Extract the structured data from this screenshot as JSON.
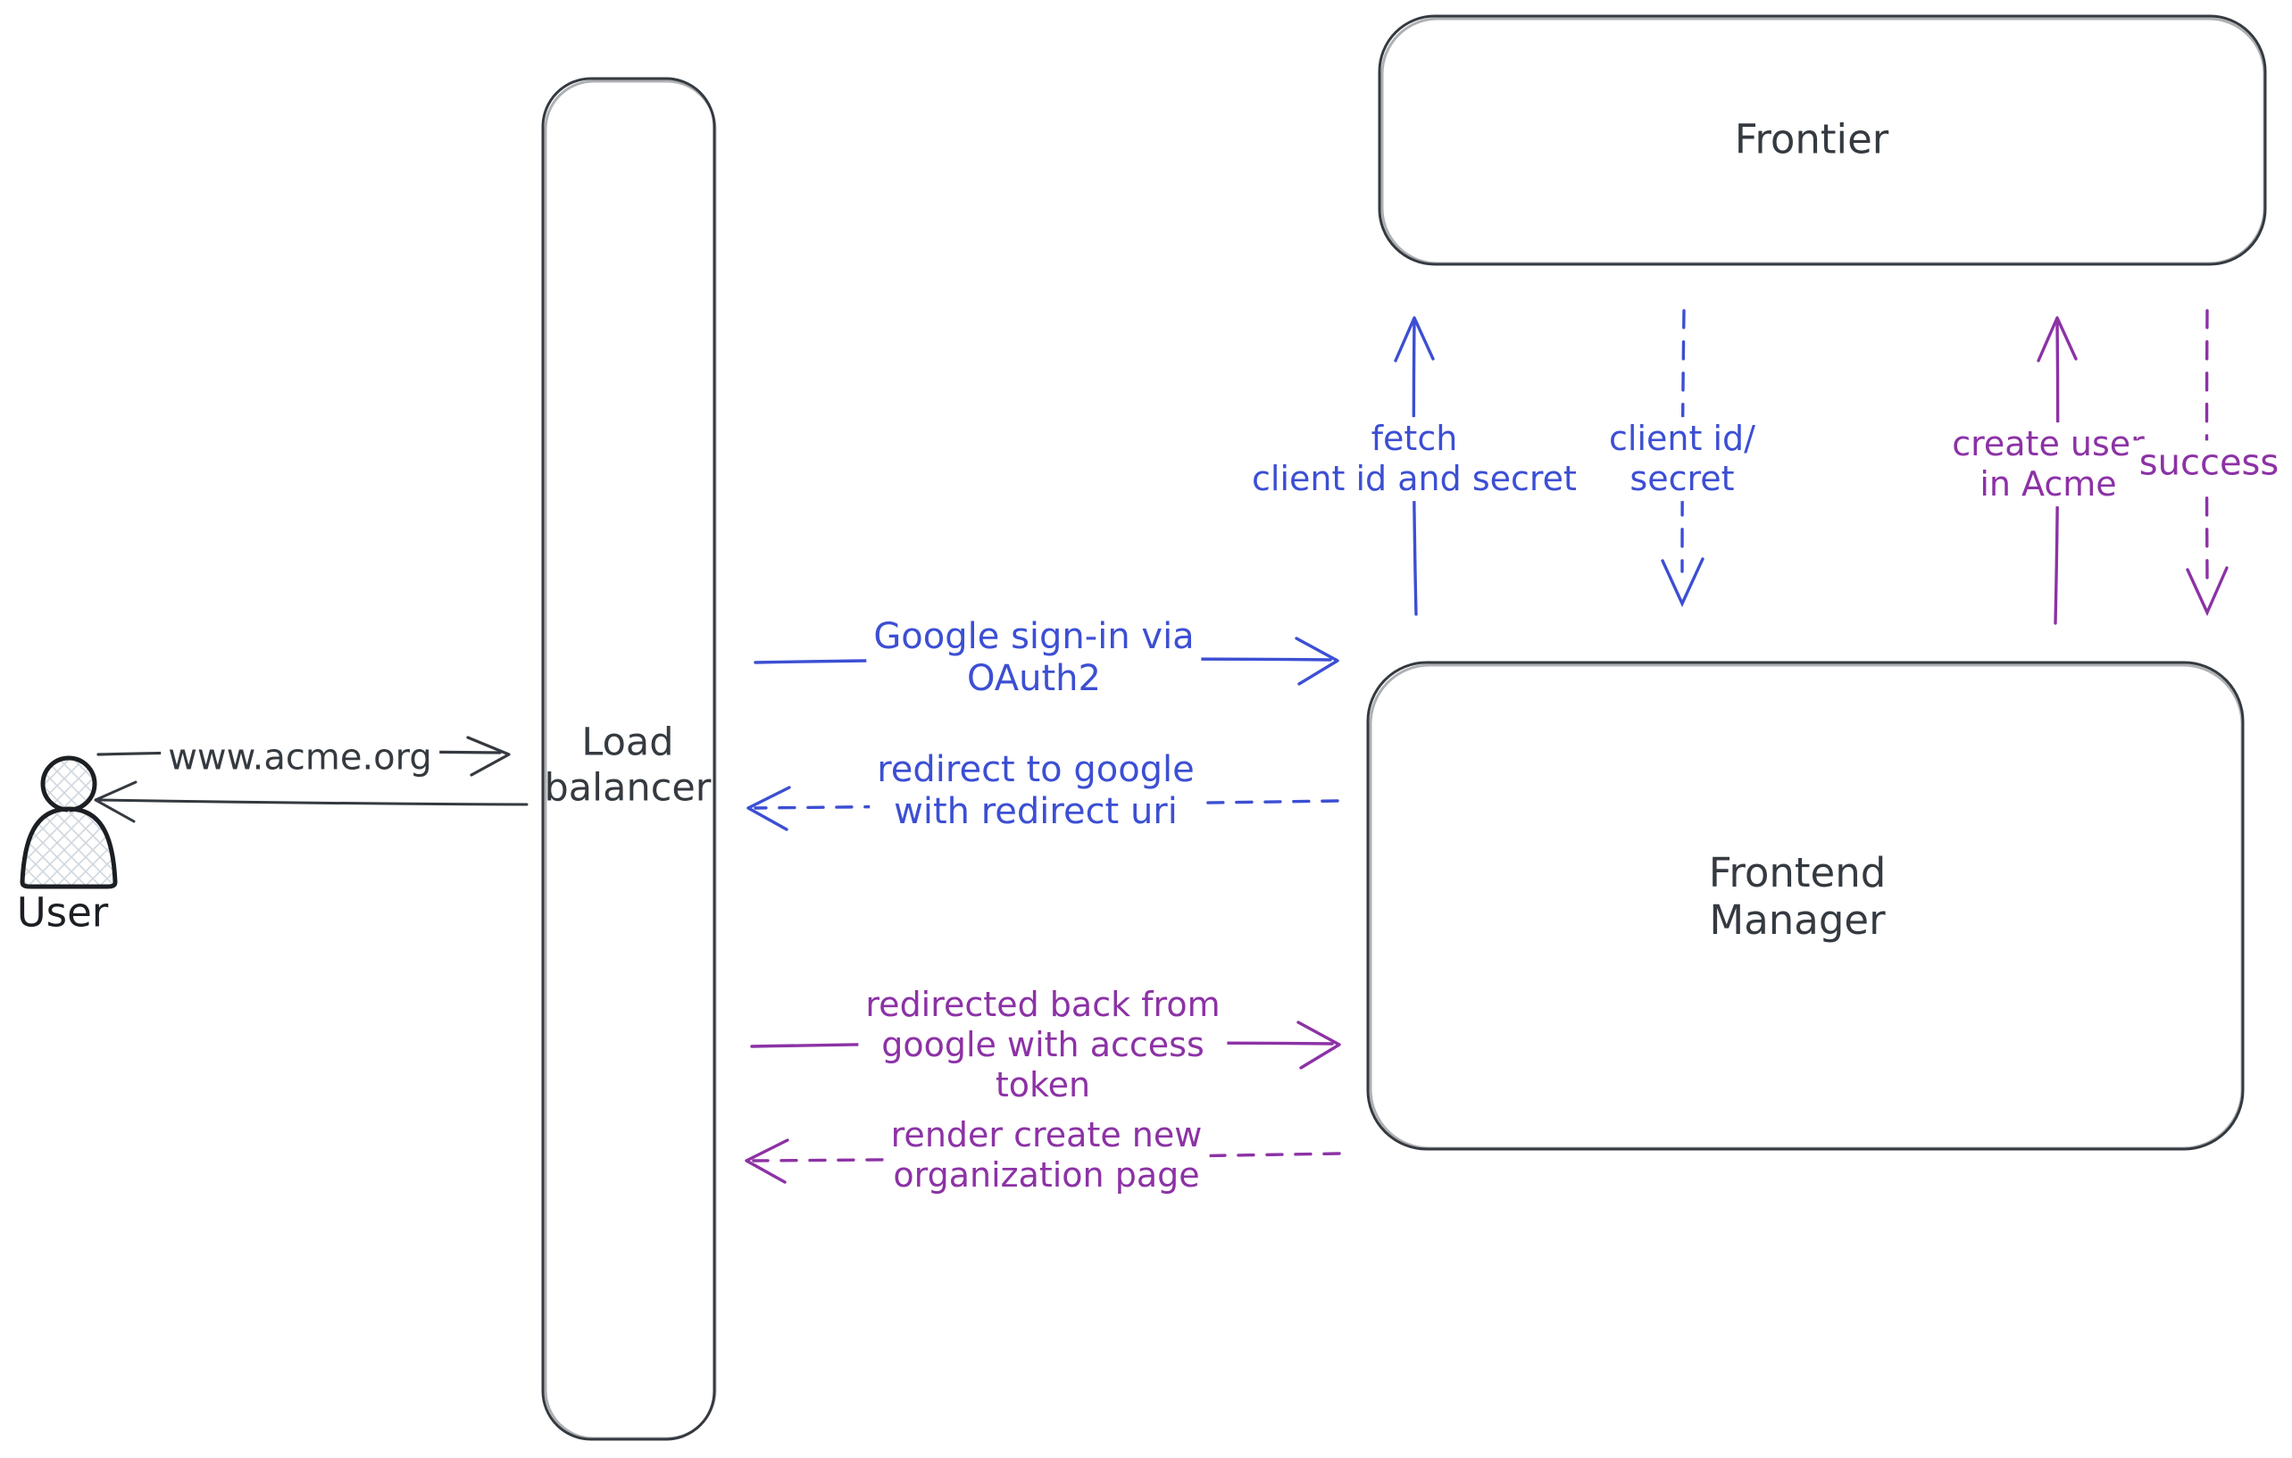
{
  "colors": {
    "ink": "#343a40",
    "black": "#1b1f23",
    "blue": "#3c4fd3",
    "purple": "#8c32a5",
    "hatch_fill": "#cfd7de"
  },
  "nodes": {
    "user": {
      "label": "User"
    },
    "load_balancer": {
      "label": "Load\nbalancer"
    },
    "frontier": {
      "label": "Frontier"
    },
    "frontend_manager": {
      "label": "Frontend\nManager"
    }
  },
  "edges": {
    "user_request": {
      "label": "www.acme.org",
      "style": "solid",
      "color": "ink",
      "direction": "right"
    },
    "lb_response": {
      "label": "",
      "style": "solid",
      "color": "ink",
      "direction": "left"
    },
    "google_signin": {
      "label": "Google sign-in via\nOAuth2",
      "style": "solid",
      "color": "blue",
      "direction": "right"
    },
    "redirect_to_google": {
      "label": "redirect to google\nwith redirect uri",
      "style": "dashed",
      "color": "blue",
      "direction": "left"
    },
    "fetch_client": {
      "label": "fetch\nclient id and secret",
      "style": "solid",
      "color": "blue",
      "direction": "up"
    },
    "client_id_secret": {
      "label": "client id/\nsecret",
      "style": "dashed",
      "color": "blue",
      "direction": "down"
    },
    "redirected_back": {
      "label": "redirected back from\ngoogle with access\ntoken",
      "style": "solid",
      "color": "purple",
      "direction": "right"
    },
    "render_org_page": {
      "label": "render create new\norganization page",
      "style": "dashed",
      "color": "purple",
      "direction": "left"
    },
    "create_user": {
      "label": "create user\nin Acme",
      "style": "solid",
      "color": "purple",
      "direction": "up"
    },
    "success": {
      "label": "success",
      "style": "dashed",
      "color": "purple",
      "direction": "down"
    }
  }
}
